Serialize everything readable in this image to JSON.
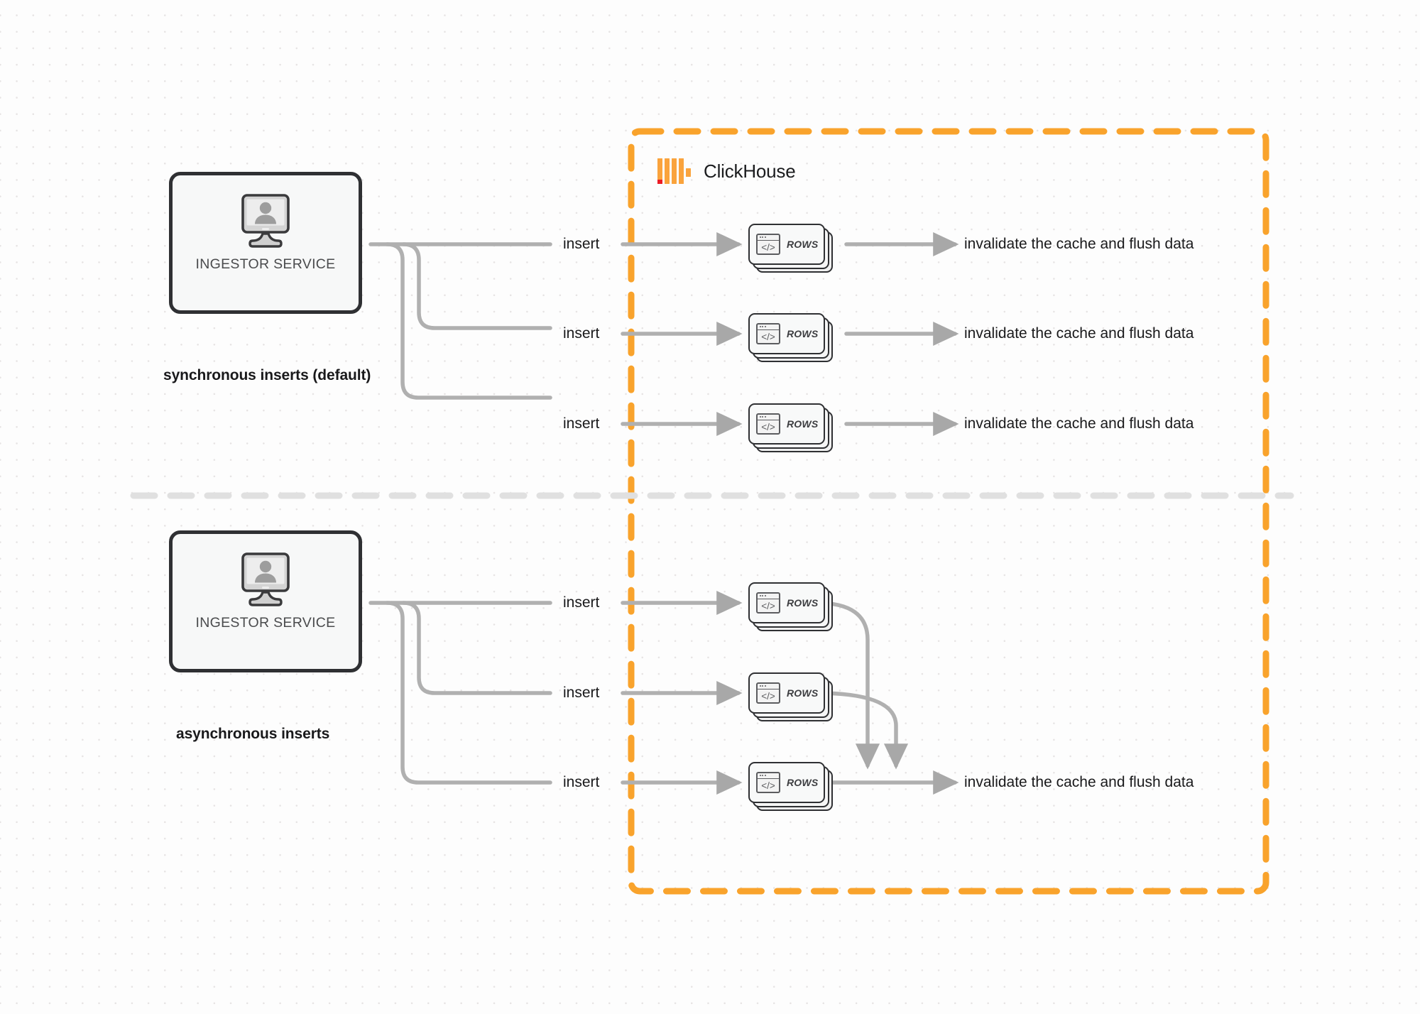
{
  "diagram": {
    "title": "ClickHouse synchronous vs asynchronous inserts",
    "background_color": "#fdfdfd",
    "grid_dot_color": "#e6e3e3",
    "divider_color": "#e0e0e0"
  },
  "clickhouse": {
    "wordmark": "ClickHouse",
    "boundary_color": "#f9a32c",
    "logo_bar_color": "#faa33c",
    "logo_accent_color": "#ec1c24"
  },
  "sections": [
    {
      "id": "synchronous",
      "caption": "synchronous inserts (default)",
      "service": {
        "label": "INGESTOR SERVICE",
        "icon": "user-monitor-icon"
      },
      "flows": [
        {
          "insert_label": "insert",
          "card_label": "ROWS",
          "result_label": "invalidate the cache and flush data"
        },
        {
          "insert_label": "insert",
          "card_label": "ROWS",
          "result_label": "invalidate the cache and flush data"
        },
        {
          "insert_label": "insert",
          "card_label": "ROWS",
          "result_label": "invalidate the cache and flush data"
        }
      ]
    },
    {
      "id": "asynchronous",
      "caption": "asynchronous inserts",
      "service": {
        "label": "INGESTOR SERVICE",
        "icon": "user-monitor-icon"
      },
      "flows": [
        {
          "insert_label": "insert",
          "card_label": "ROWS"
        },
        {
          "insert_label": "insert",
          "card_label": "ROWS"
        },
        {
          "insert_label": "insert",
          "card_label": "ROWS",
          "result_label": "invalidate the cache and flush data"
        }
      ]
    }
  ],
  "code_glyph": "</>"
}
